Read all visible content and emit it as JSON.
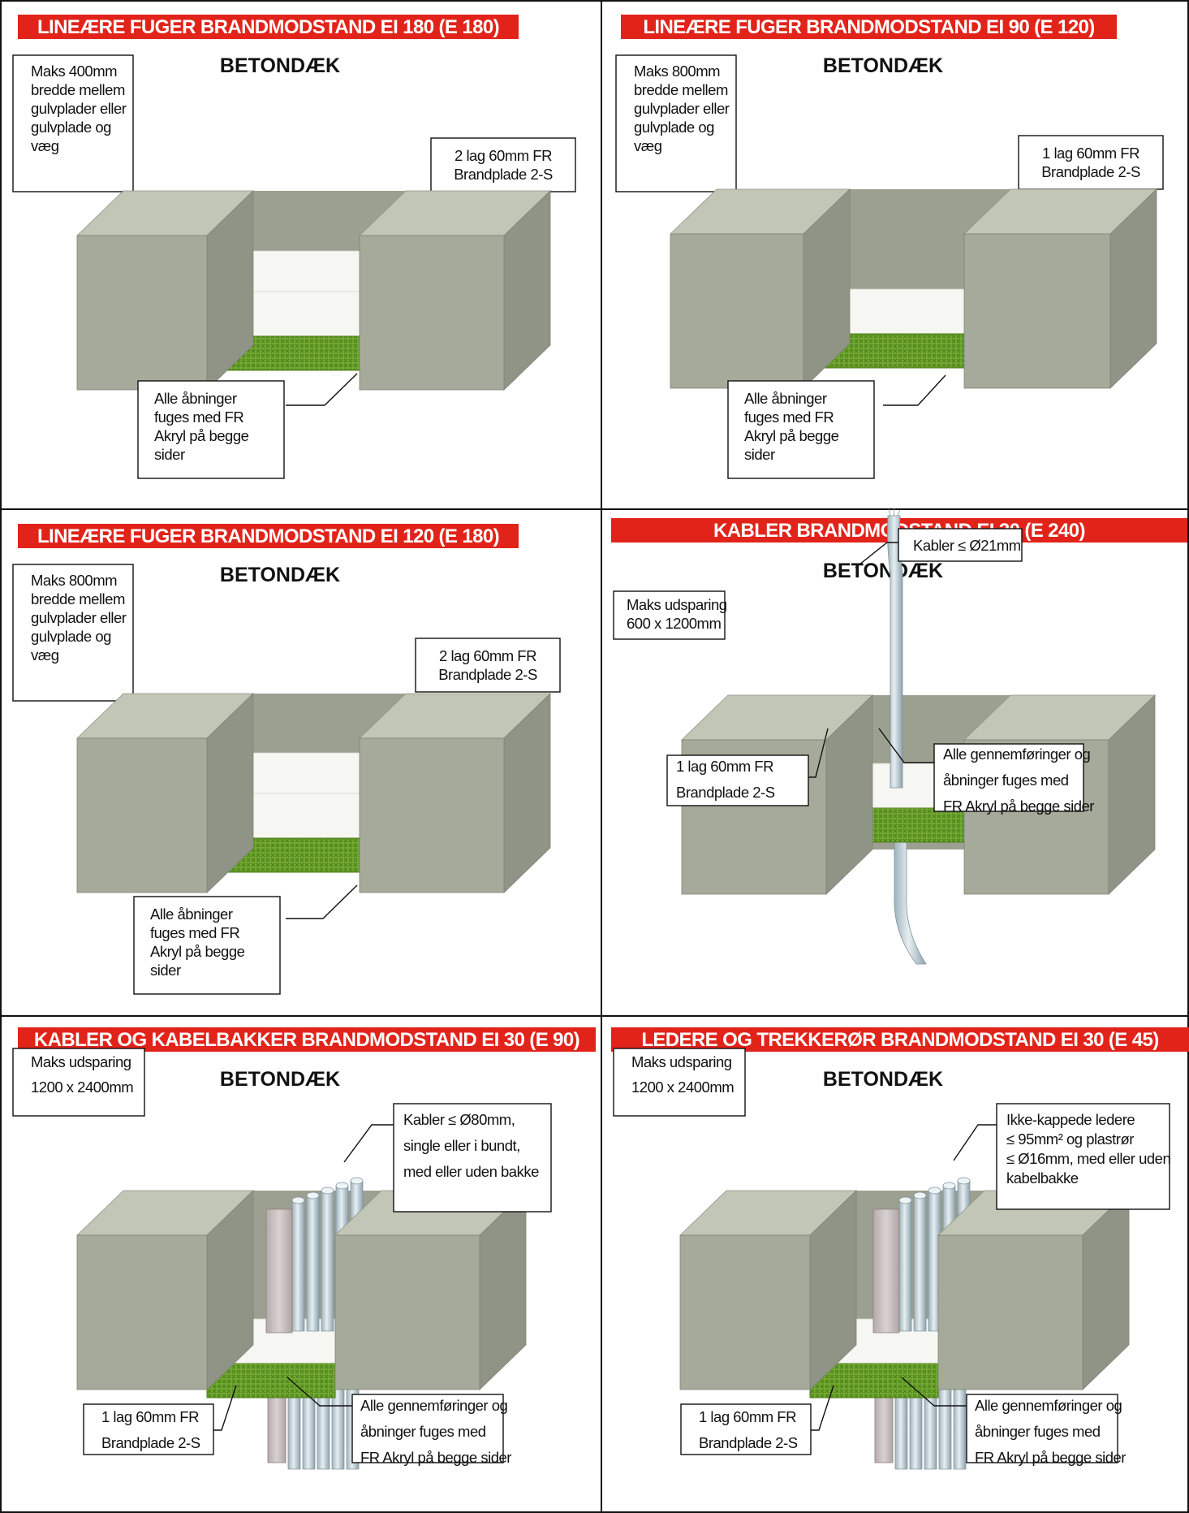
{
  "colors": {
    "header_bg": "#E2231A",
    "header_text": "#ffffff",
    "concrete_front": "#A6AA9A",
    "concrete_top": "#C1C6B6",
    "concrete_side": "#8F9486",
    "board_fill": "#6DA82E",
    "board_edge": "#4E7E1A",
    "cable": "#C7D3D9",
    "tray": "#C8BFBF"
  },
  "panels": [
    {
      "header": "LINEÆRE FUGER BRANDMODSTAND EI 180 (E 180)",
      "subtitle": "BETONDÆK",
      "notes": [
        "Maks 400mm",
        "bredde mellem",
        "gulvplader eller",
        "gulvplade og",
        "væg"
      ],
      "board_label": [
        "2 lag 60mm FR",
        "Brandplade 2-S"
      ],
      "seal_label": [
        "Alle åbninger",
        "fuges med FR",
        "Akryl på begge",
        "sider"
      ]
    },
    {
      "header": "LINEÆRE FUGER BRANDMODSTAND EI 90 (E 120)",
      "subtitle": "BETONDÆK",
      "notes": [
        "Maks 800mm",
        "bredde mellem",
        "gulvplader eller",
        "gulvplade og",
        "væg"
      ],
      "board_label": [
        "1 lag 60mm FR",
        "Brandplade 2-S"
      ],
      "seal_label": [
        "Alle åbninger",
        "fuges med FR",
        "Akryl på begge",
        "sider"
      ]
    },
    {
      "header": "LINEÆRE FUGER BRANDMODSTAND EI 120 (E 180)",
      "subtitle": "BETONDÆK",
      "notes": [
        "Maks 800mm",
        "bredde mellem",
        "gulvplader eller",
        "gulvplade og",
        "væg"
      ],
      "board_label": [
        "2 lag 60mm FR",
        "Brandplade 2-S"
      ],
      "seal_label": [
        "Alle åbninger",
        "fuges med FR",
        "Akryl på begge",
        "sider"
      ]
    },
    {
      "header": "KABLER BRANDMODSTAND EI 30 (E 240)",
      "subtitle": "BETONDÆK",
      "notes": [
        "Maks udsparing",
        "600 x 1200mm"
      ],
      "item_label": [
        "Kabler ≤ Ø21mm"
      ],
      "board_label": [
        "1 lag 60mm FR",
        "Brandplade 2-S"
      ],
      "seal_label": [
        "Alle gennemføringer og",
        "åbninger fuges med",
        "FR Akryl på begge sider"
      ]
    },
    {
      "header": "KABLER OG KABELBAKKER BRANDMODSTAND EI 30 (E 90)",
      "subtitle": "BETONDÆK",
      "notes": [
        "Maks udsparing",
        "1200 x 2400mm"
      ],
      "item_label": [
        "Kabler ≤ Ø80mm,",
        "single eller i bundt,",
        "med eller uden  bakke"
      ],
      "board_label": [
        "1 lag 60mm FR",
        "Brandplade 2-S"
      ],
      "seal_label": [
        "Alle gennemføringer og",
        "åbninger fuges med",
        "FR Akryl på begge sider"
      ]
    },
    {
      "header": "LEDERE OG TREKKERØR BRANDMODSTAND EI 30 (E 45)",
      "subtitle": "BETONDÆK",
      "notes": [
        "Maks udsparing",
        "1200 x 2400mm"
      ],
      "item_label": [
        "Ikke-kappede ledere",
        "≤ 95mm² og plastrør",
        "≤ Ø16mm, med eller uden",
        "kabelbakke"
      ],
      "board_label": [
        "1 lag 60mm FR",
        "Brandplade 2-S"
      ],
      "seal_label": [
        "Alle gennemføringer og",
        "åbninger fuges med",
        "FR Akryl på begge sider"
      ]
    }
  ]
}
